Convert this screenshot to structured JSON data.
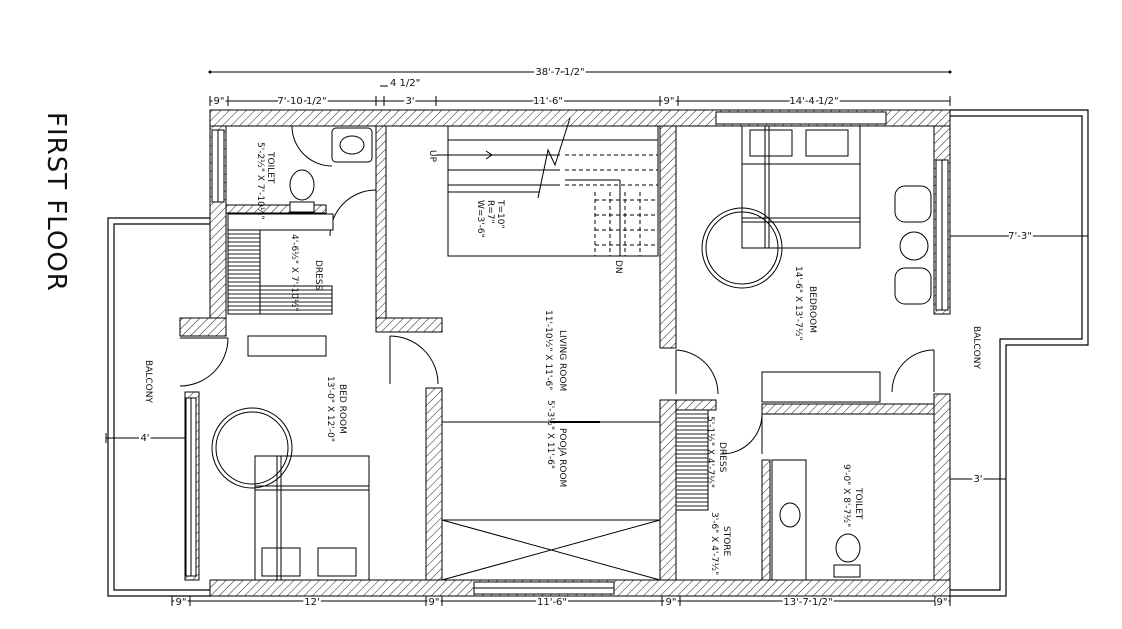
{
  "title": "FIRST FLOOR",
  "dimensions": {
    "overall_top": "38'-7 1/2\"",
    "offset_top": "4 1/2\"",
    "top_row": [
      "9\"",
      "7'-10 1/2\"",
      "3'",
      "11'-6\"",
      "9\"",
      "14'-4 1/2\""
    ],
    "bottom_row": [
      "9\"",
      "12'",
      "9\"",
      "11'-6\"",
      "9\"",
      "13'-7 1/2\"",
      "9\""
    ],
    "right_balcony_width": "7'-3\"",
    "left_balcony_width": "4'",
    "right_side": "3'"
  },
  "rooms": {
    "toilet_1": {
      "name": "TOILET",
      "size": "5'-2½\" X 7'-10½\""
    },
    "dress_1": {
      "name": "DRESS",
      "size": "4'-6½\" X 7'-10½\""
    },
    "stair": {
      "up": "UP",
      "dn": "DN",
      "t": "T=10\"",
      "r": "R=7\"",
      "w": "W=3'-6\""
    },
    "living_room": {
      "name": "LIVING ROOM",
      "size": "11'-10½\" X 11'-6\""
    },
    "pooja_room": {
      "name": "POOJA ROOM",
      "size": "5'-3½\" X 11'-6\""
    },
    "bedroom_1": {
      "name": "BEDROOM",
      "size": "14'-6\" X 13'-7½\""
    },
    "bedroom_2": {
      "name": "BED ROOM",
      "size": "13'-0\" X 12'-0\""
    },
    "dress_2": {
      "name": "DRESS",
      "size": "5'-1½\" X 4'-7½\""
    },
    "store": {
      "name": "STORE",
      "size": "3'-6\" X 4'-7½\""
    },
    "toilet_2": {
      "name": "TOILET",
      "size": "9'-0\" X 8'-7½\""
    },
    "balcony_left": {
      "name": "BALCONY"
    },
    "balcony_right": {
      "name": "BALCONY"
    }
  }
}
